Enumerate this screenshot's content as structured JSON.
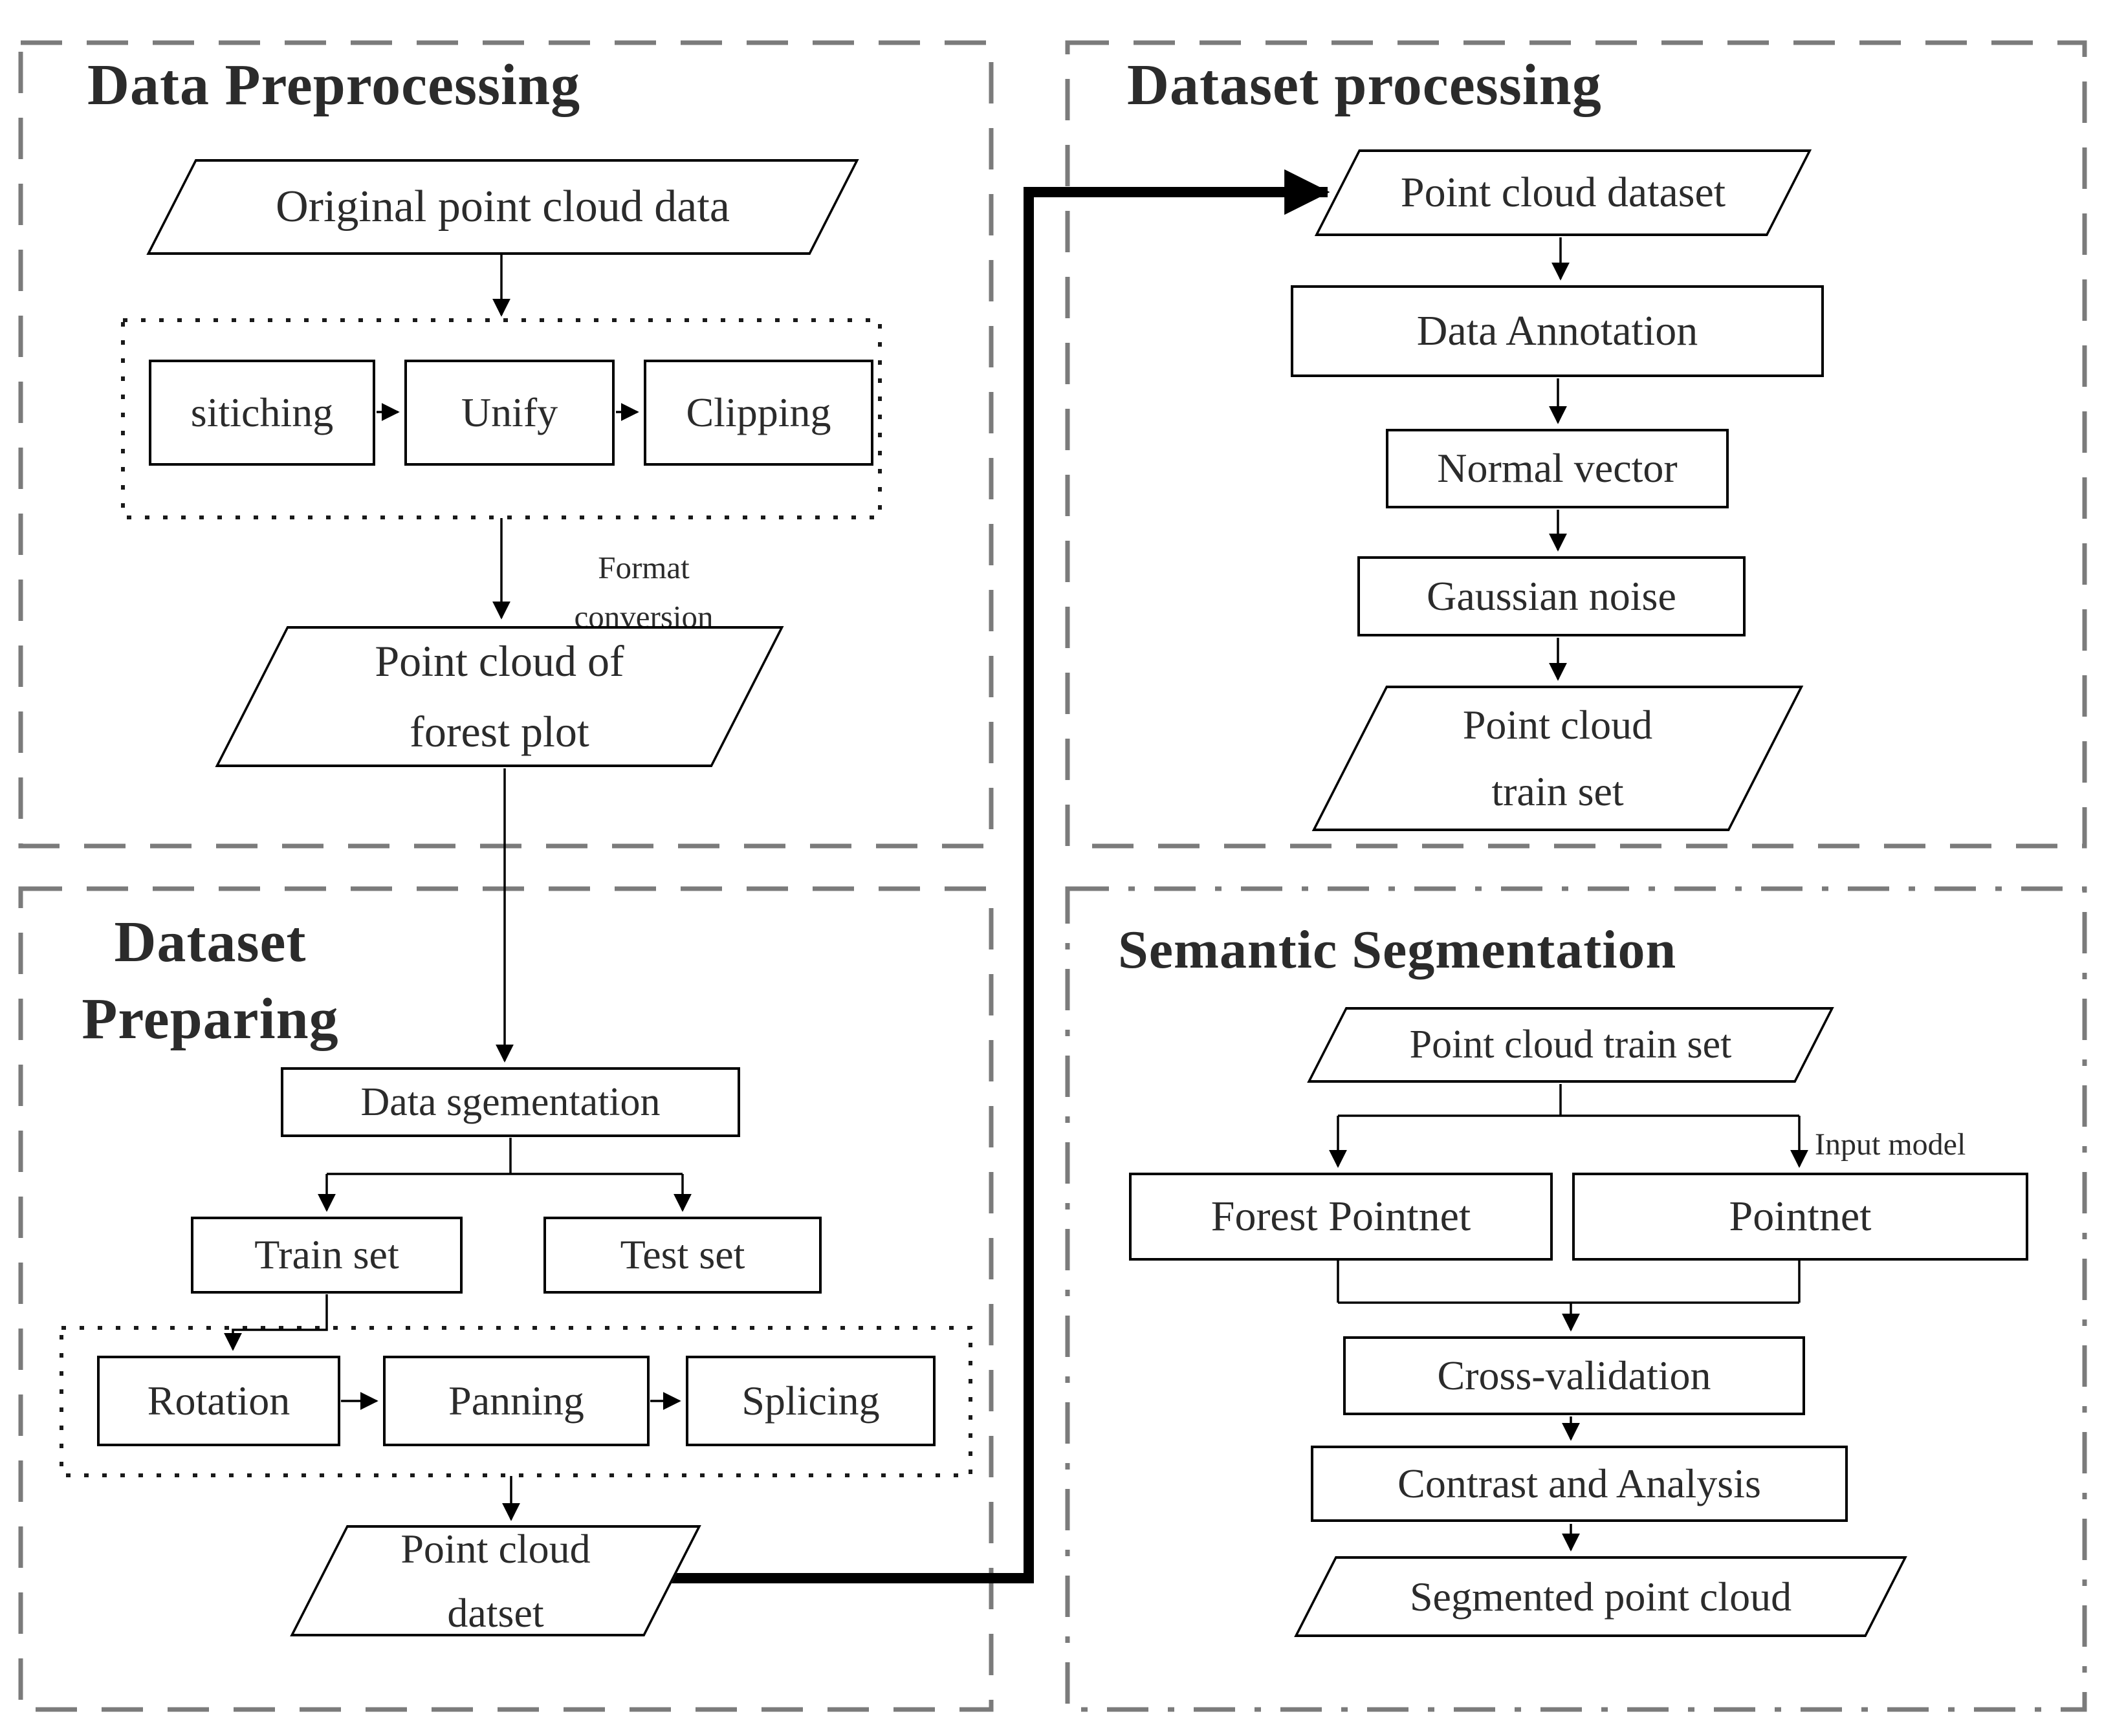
{
  "canvas": {
    "background": "#ffffff",
    "line_color": "#000000",
    "quadrant_border_color": "#7b7b7b"
  },
  "sections": {
    "data_preprocessing": {
      "title": "Data Preprocessing"
    },
    "dataset_processing": {
      "title": "Dataset processing"
    },
    "dataset_preparing": {
      "title_line1": "Dataset",
      "title_line2": "Preparing"
    },
    "semantic_segmentation": {
      "title": "Semantic Segmentation"
    }
  },
  "nodes": {
    "original_point_cloud": {
      "label": "Original point cloud data",
      "shape": "parallelogram"
    },
    "stitching": {
      "label": "sitiching",
      "shape": "rect"
    },
    "unify": {
      "label": "Unify",
      "shape": "rect"
    },
    "clipping": {
      "label": "Clipping",
      "shape": "rect"
    },
    "forest_plot": {
      "line1": "Point cloud of",
      "line2": "forest plot",
      "shape": "parallelogram"
    },
    "data_segmentation": {
      "label": "Data sgementation",
      "shape": "rect"
    },
    "train_set": {
      "label": "Train set",
      "shape": "rect"
    },
    "test_set": {
      "label": "Test set",
      "shape": "rect"
    },
    "rotation": {
      "label": "Rotation",
      "shape": "rect"
    },
    "panning": {
      "label": "Panning",
      "shape": "rect"
    },
    "splicing": {
      "label": "Splicing",
      "shape": "rect"
    },
    "point_cloud_datset": {
      "line1": "Point cloud",
      "line2": "datset",
      "shape": "parallelogram"
    },
    "point_cloud_dataset": {
      "label": "Point cloud dataset",
      "shape": "parallelogram"
    },
    "data_annotation": {
      "label": "Data Annotation",
      "shape": "rect"
    },
    "normal_vector": {
      "label": "Normal vector",
      "shape": "rect"
    },
    "gaussian_noise": {
      "label": "Gaussian noise",
      "shape": "rect"
    },
    "point_cloud_train_set_out": {
      "line1": "Point cloud",
      "line2": "train set",
      "shape": "parallelogram"
    },
    "point_cloud_train_set_in": {
      "label": "Point cloud train set",
      "shape": "parallelogram"
    },
    "forest_pointnet": {
      "label": "Forest Pointnet",
      "shape": "rect"
    },
    "pointnet": {
      "label": "Pointnet",
      "shape": "rect"
    },
    "cross_validation": {
      "label": "Cross-validation",
      "shape": "rect"
    },
    "contrast_analysis": {
      "label": "Contrast and Analysis",
      "shape": "rect"
    },
    "segmented_point_cloud": {
      "label": "Segmented point cloud",
      "shape": "parallelogram"
    }
  },
  "edge_labels": {
    "format_conversion": {
      "line1": "Format",
      "line2": "conversion"
    },
    "input_model": {
      "label": "Input model"
    }
  }
}
